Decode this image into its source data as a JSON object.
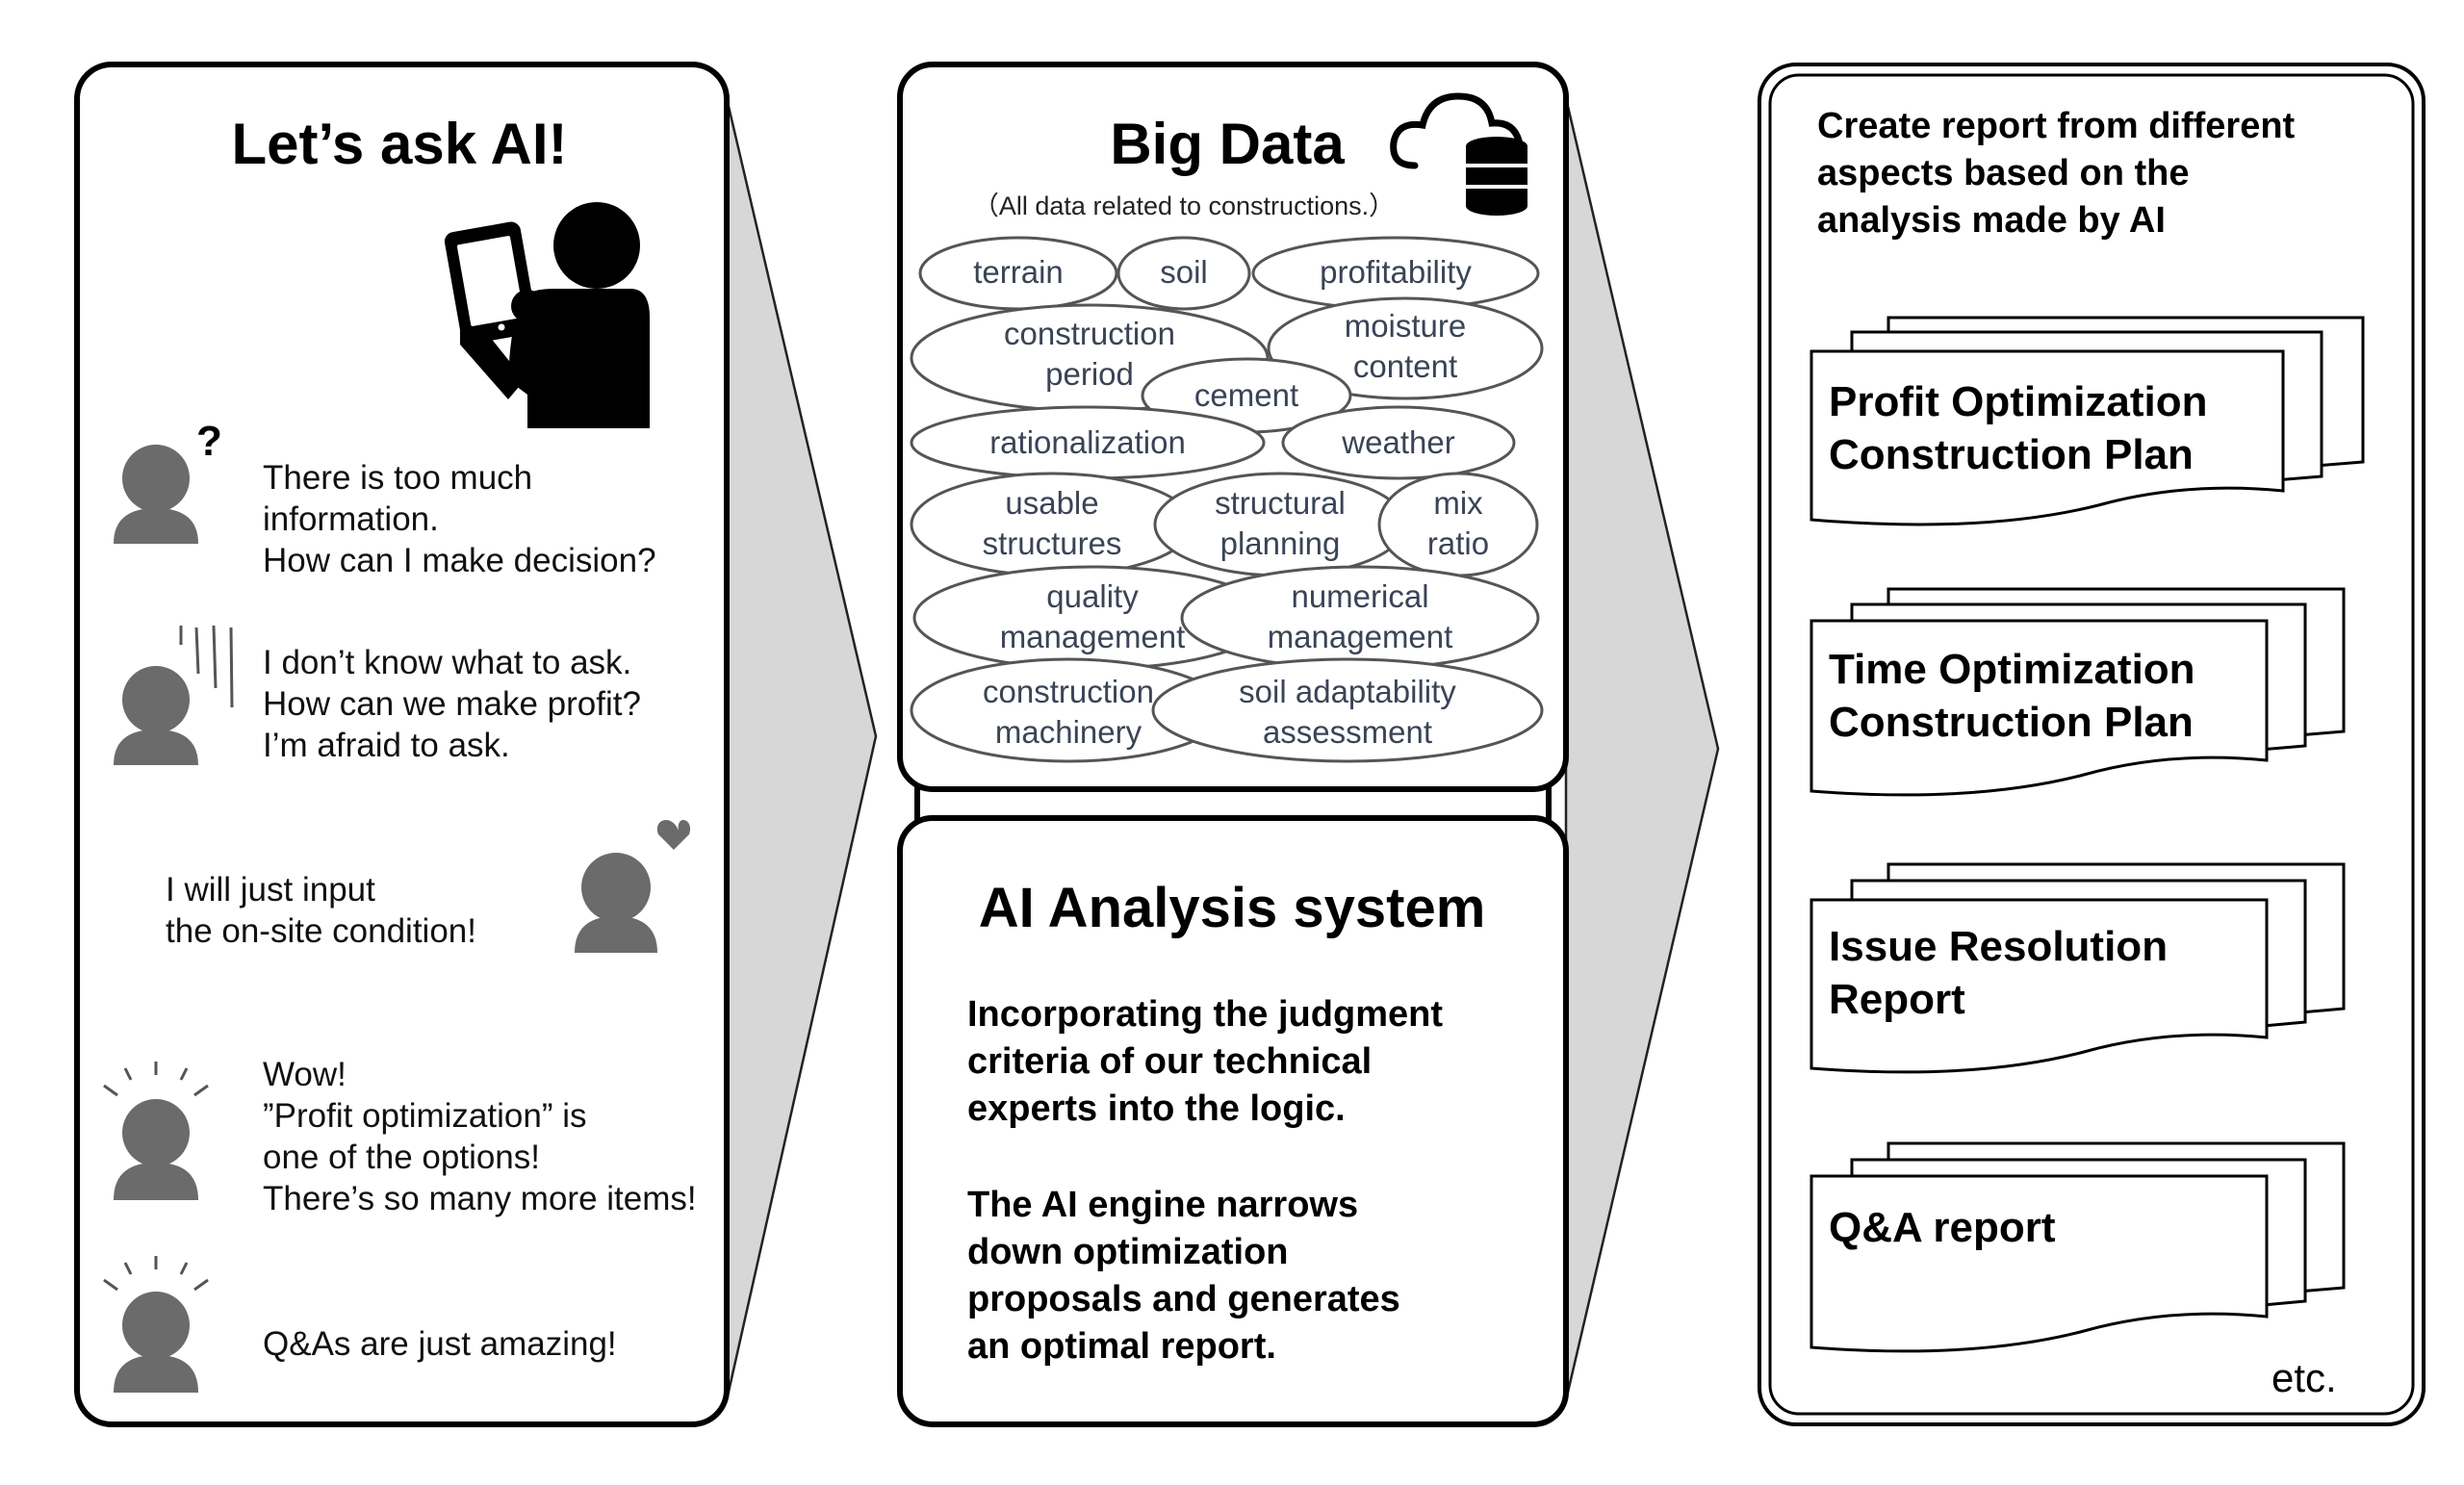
{
  "left_panel": {
    "title": "Let’s ask AI!",
    "messages": [
      {
        "text": "There is too much\ninformation.\nHow can I make decision?"
      },
      {
        "text": "I don’t know what to ask.\nHow can we make profit?\nI’m afraid to ask."
      },
      {
        "text": "I will just input\nthe on-site condition!"
      },
      {
        "text": "Wow!\n”Profit optimization” is\none of the options!\nThere’s so many more items!"
      },
      {
        "text": "Q&As are just amazing!"
      }
    ]
  },
  "big_data": {
    "title": "Big Data",
    "subtitle": "（All data related to constructions.）",
    "icon": "cloud-database-icon",
    "items": [
      {
        "label": "terrain"
      },
      {
        "label": "soil"
      },
      {
        "label": "profitability"
      },
      {
        "label": "construction\nperiod"
      },
      {
        "label": "moisture\ncontent"
      },
      {
        "label": "cement"
      },
      {
        "label": "rationalization"
      },
      {
        "label": "weather"
      },
      {
        "label": "usable\nstructures"
      },
      {
        "label": "structural\nplanning"
      },
      {
        "label": "mix\nratio"
      },
      {
        "label": "quality\nmanagement"
      },
      {
        "label": "numerical\nmanagement"
      },
      {
        "label": "construction\nmachinery"
      },
      {
        "label": "soil adaptability\nassessment"
      }
    ]
  },
  "ai_system": {
    "title": "AI Analysis system",
    "paragraphs": [
      "Incorporating the judgment\ncriteria of our technical\nexperts into the logic.",
      "The AI engine narrows\ndown optimization\nproposals and generates\nan optimal report."
    ]
  },
  "reports": {
    "intro": "Create report from different\naspects based on the\nanalysis made by AI",
    "items": [
      {
        "label": "Profit Optimization\nConstruction Plan"
      },
      {
        "label": "Time Optimization\nConstruction Plan"
      },
      {
        "label": "Issue Resolution\nReport"
      },
      {
        "label": "Q&A report"
      }
    ],
    "etc": "etc."
  },
  "colors": {
    "person_gray": "#6b6b6b",
    "connector_gray": "#d7d7d7",
    "bubble_text": "#3a4456"
  }
}
